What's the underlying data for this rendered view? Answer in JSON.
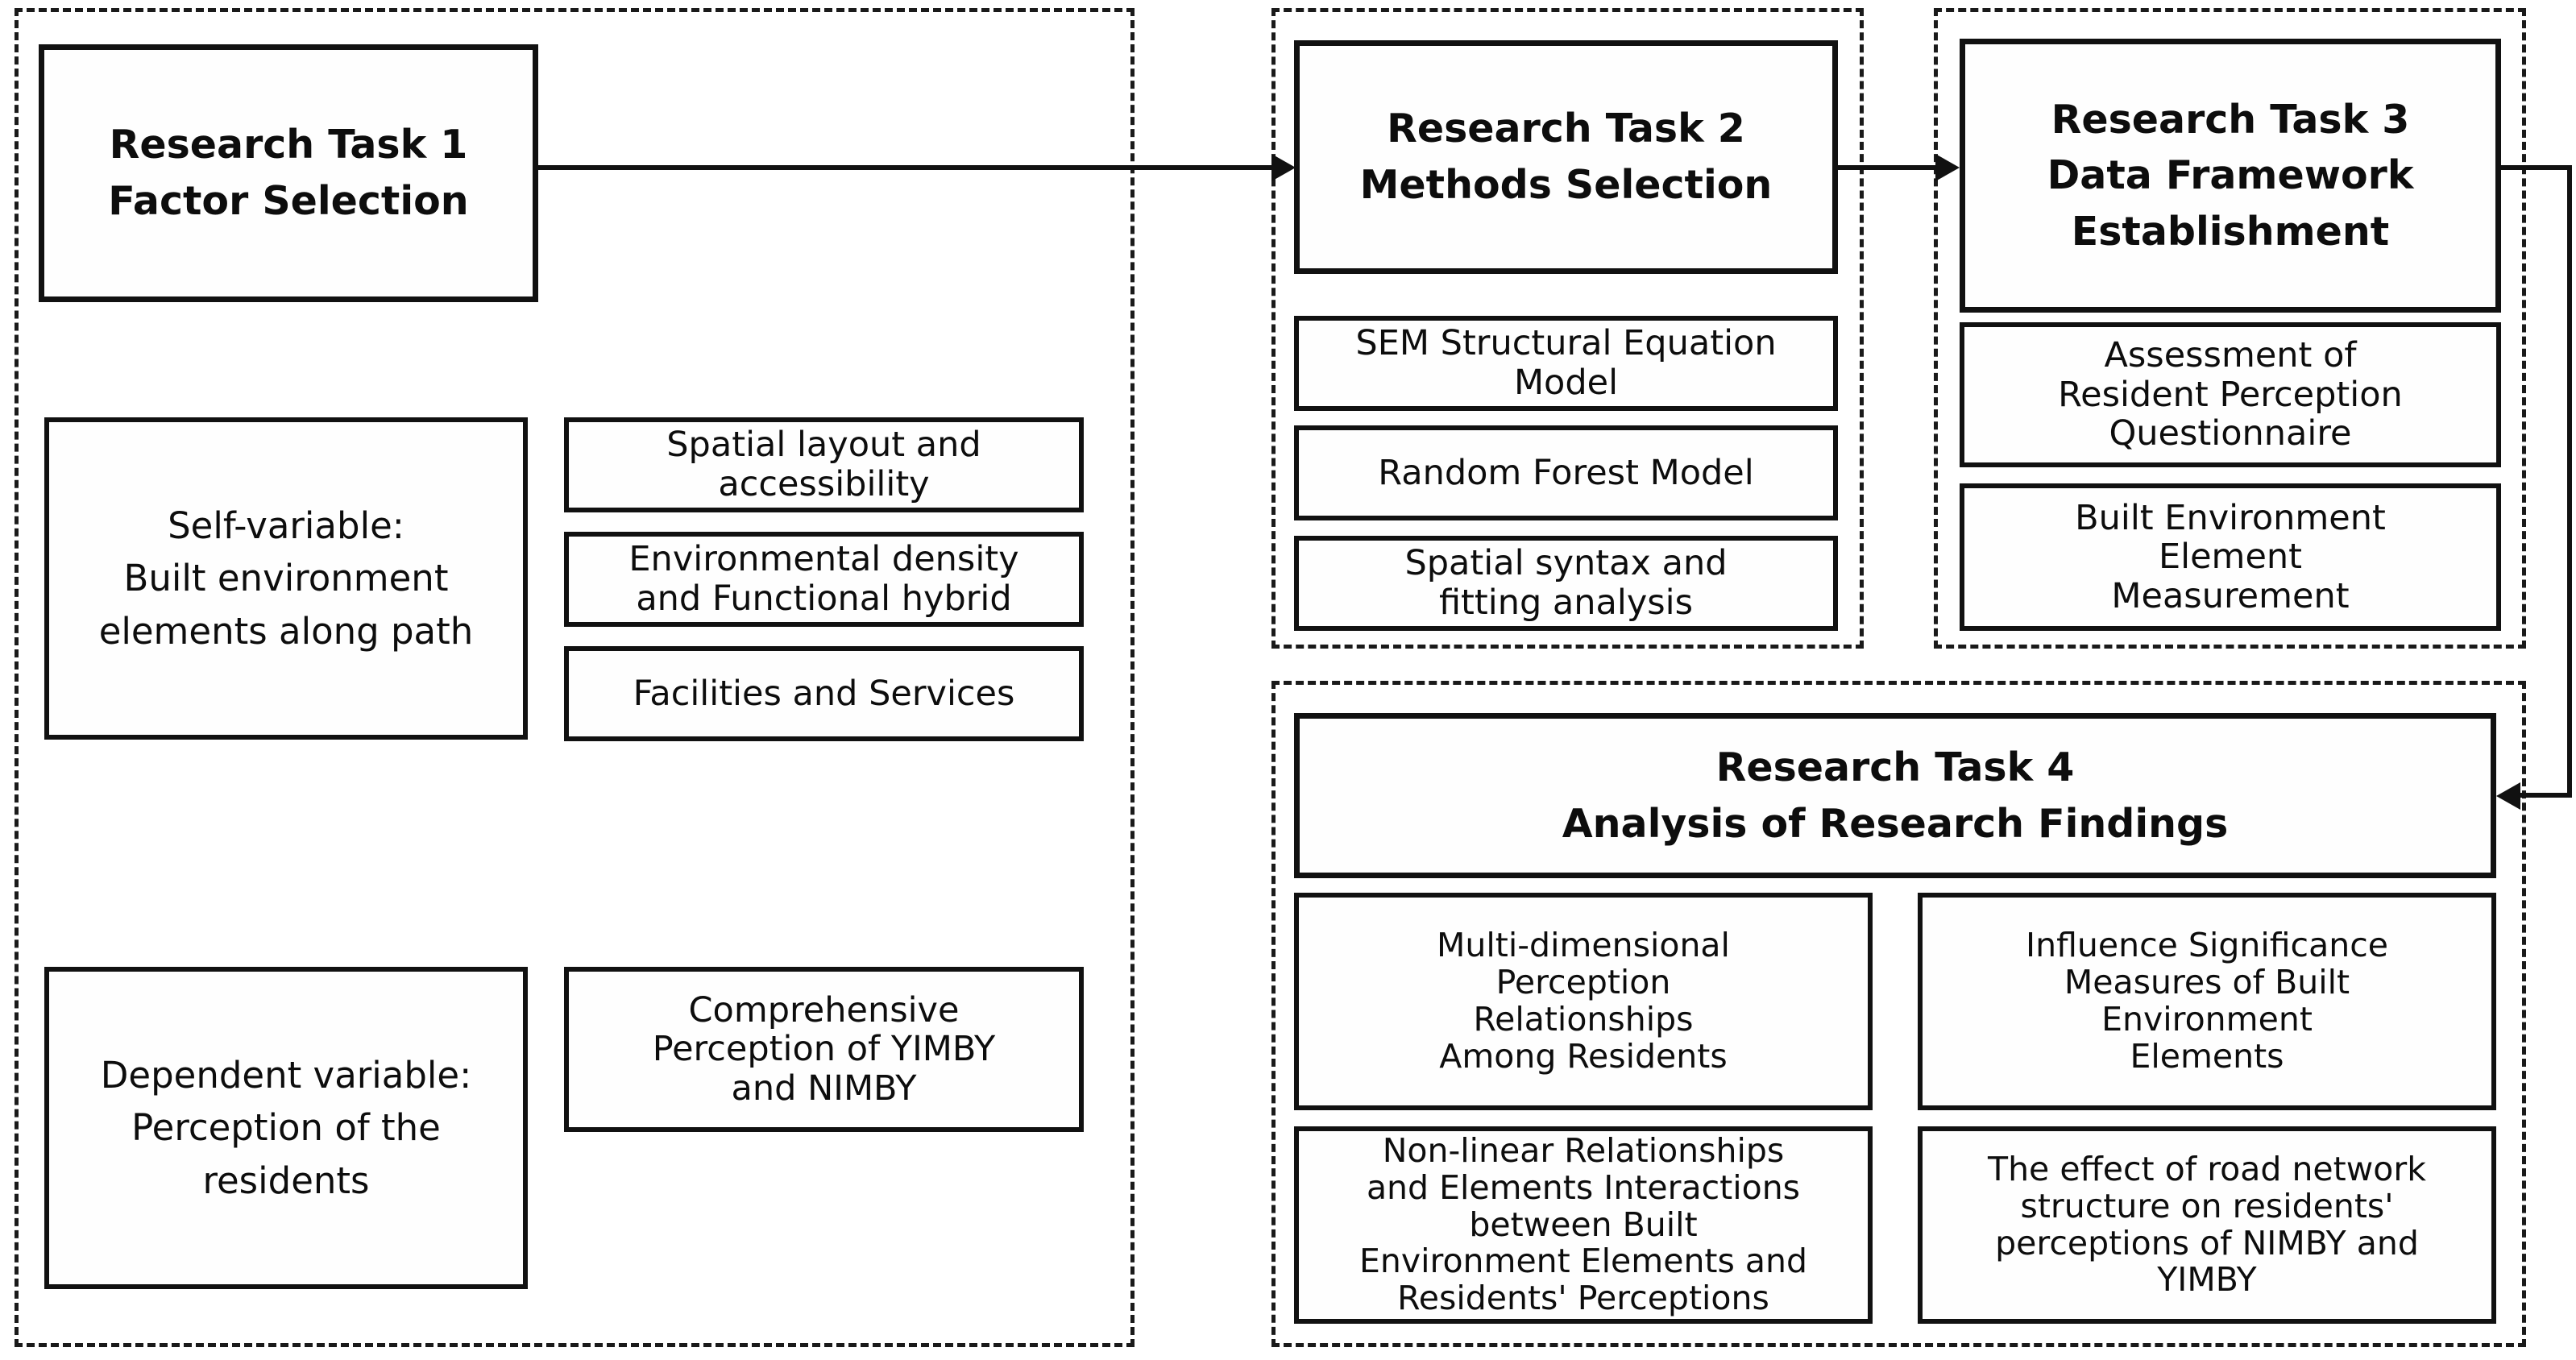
{
  "diagram": {
    "title": "Research Framework Flowchart",
    "accent_color": "#111111",
    "background_color": "#ffffff",
    "border_style": "dashed"
  },
  "groups": {
    "task1": {
      "name": "Research Task 1 group"
    },
    "task2": {
      "name": "Research Task 2 group"
    },
    "task3": {
      "name": "Research Task 3 group"
    },
    "task4": {
      "name": "Research Task 4 group"
    }
  },
  "task1": {
    "header": "Research Task 1\nFactor Selection",
    "self_variable": "Self-variable:\nBuilt environment\nelements along path",
    "self_variable_factors": [
      "Spatial layout and\naccessibility",
      "Environmental density\nand Functional hybrid",
      "Facilities and Services"
    ],
    "dependent_variable": "Dependent variable:\nPerception of the\nresidents",
    "dependent_variable_factors": [
      "Comprehensive\nPerception of YIMBY\nand NIMBY"
    ]
  },
  "task2": {
    "header": "Research Task 2\nMethods Selection",
    "methods": [
      "SEM Structural Equation\nModel",
      "Random Forest Model",
      "Spatial syntax and\nfitting analysis"
    ]
  },
  "task3": {
    "header": "Research Task 3\nData Framework\nEstablishment",
    "items": [
      "Assessment of\nResident Perception\nQuestionnaire",
      "Built Environment\nElement\nMeasurement"
    ]
  },
  "task4": {
    "header": "Research Task 4\nAnalysis of Research Findings",
    "findings": [
      "Multi-dimensional\nPerception\nRelationships\nAmong Residents",
      "Influence Significance\nMeasures of Built\nEnvironment\nElements",
      "Non-linear Relationships\nand Elements Interactions\nbetween Built\nEnvironment Elements and\nResidents' Perceptions",
      "The effect of road network\nstructure on residents'\nperceptions of NIMBY and\nYIMBY"
    ]
  },
  "connectors": [
    {
      "from": "Research Task 1",
      "to": "Research Task 2",
      "direction": "right"
    },
    {
      "from": "Research Task 2",
      "to": "Research Task 3",
      "direction": "right"
    },
    {
      "from": "Research Task 3",
      "to": "Research Task 4",
      "direction": "down-left"
    }
  ]
}
